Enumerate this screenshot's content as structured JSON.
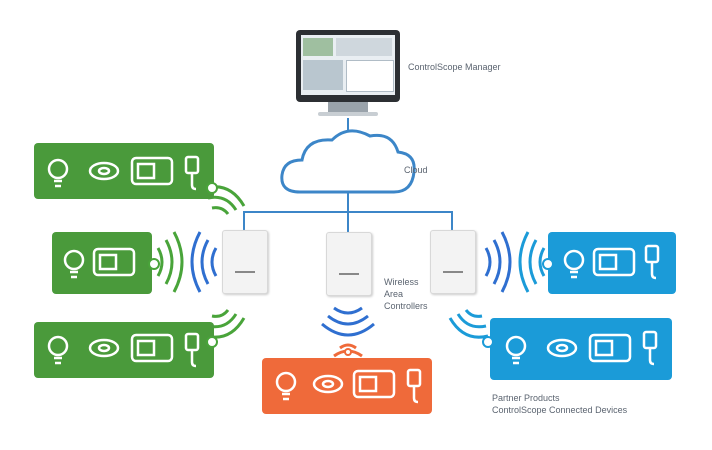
{
  "labels": {
    "manager": "ControlScope Manager",
    "cloud": "Cloud",
    "wac_line1": "Wireless",
    "wac_line2": "Area",
    "wac_line3": "Controllers",
    "partner_line1": "Partner Products",
    "partner_line2": "ControlScope Connected Devices"
  },
  "colors": {
    "green": "#4a9a3b",
    "blue": "#1b9bd8",
    "orange": "#ef6a3a",
    "line": "#3c86c8",
    "wave_blue": "#2f6fd0",
    "wave_green": "#49a43a",
    "wave_orange": "#ef6a3a",
    "wave_sky": "#1b9bd8"
  },
  "icons": [
    "bulb-icon",
    "sensor-icon",
    "thermostat-icon",
    "plug-icon",
    "wifi-icon"
  ]
}
